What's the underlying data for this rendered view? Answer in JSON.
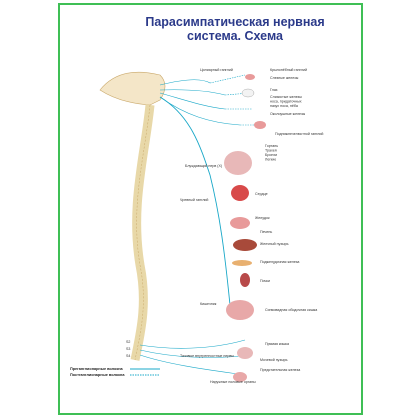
{
  "title_line1": "Парасимпатическая нервная",
  "title_line2": "система. Схема",
  "labels": {
    "ciliary": "Цилиарный ганглий",
    "pterygo": "Крылонёбный ганглий",
    "lacrimal": "Слезные железы",
    "eye": "Глаз",
    "mucous": "Слизистые железы",
    "nose": "носа, придаточных",
    "palate": "пазух носа, нёба",
    "parotid": "Околоушные железы",
    "submandibular": "Поднижнечелюстной ганглий",
    "heart": "Сердце",
    "stomach": "Желудок",
    "liver": "Печень",
    "gallbladder": "Желчный пузырь",
    "pancreas": "Поджелудочная железа",
    "kidney": "Почки",
    "intestine": "Кишечник",
    "sigmoid": "Сигмовидная ободочная кишка",
    "rectum": "Прямая кишка",
    "bladder": "Мочевой пузырь",
    "prostate": "Предстательная железа",
    "genitals": "Наружные половые органы",
    "vagus": "Блуждающий нерв (X)",
    "pelvic": "Тазовые внутренностные нервы",
    "trachea": "Трахея",
    "bronchi": "Бронхи",
    "lungs": "Легкие",
    "larynx": "Гортань",
    "celiac": "Чревный ганглий",
    "s2": "S2",
    "s3": "S3",
    "s4": "S4"
  },
  "legend": {
    "pre": "Преганглионарные волокна",
    "post": "Постганглионарные волокна"
  },
  "colors": {
    "border": "#3fbf55",
    "title": "#2b3a8a",
    "nerve": "#1aa8c8",
    "spine": "#e8d8a8",
    "organ": "#e89a9a"
  }
}
